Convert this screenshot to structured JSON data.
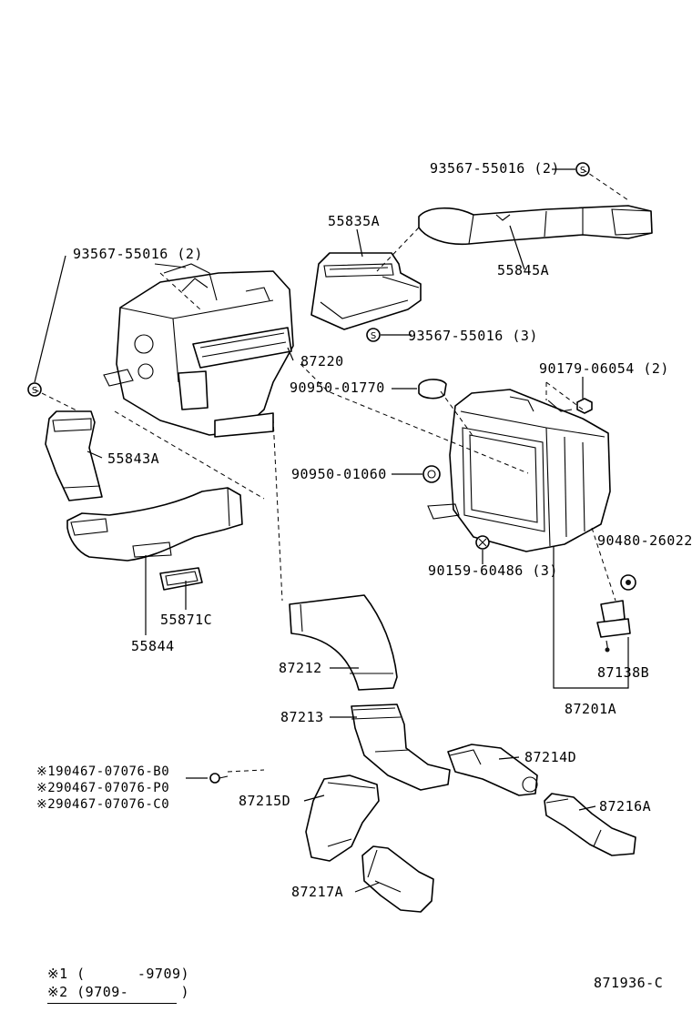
{
  "labels": {
    "p93567_55016_2_top": "93567-55016 (2)",
    "p55845A": "55845A",
    "p55835A": "55835A",
    "p93567_55016_2_left": "93567-55016 (2)",
    "p93567_55016_3": "93567-55016 (3)",
    "p87220": "87220",
    "p90950_01770": "90950-01770",
    "p90179_06054": "90179-06054 (2)",
    "p55843A": "55843A",
    "p90950_01060": "90950-01060",
    "p90480_26022": "90480-26022",
    "p90159_60486": "90159-60486 (3)",
    "p55871C": "55871C",
    "p55844": "55844",
    "p87212": "87212",
    "p87138B": "87138B",
    "p87201A": "87201A",
    "p87213": "87213",
    "p87214D": "87214D",
    "p87215D": "87215D",
    "p87216A": "87216A",
    "p87217A": "87217A",
    "clip_1": "※190467-07076-B0",
    "clip_2a": "※290467-07076-P0",
    "clip_2b": "※290467-07076-C0"
  },
  "footnotes": {
    "note1": "※1 (      -9709)",
    "note2": "※2 (9709-      )"
  },
  "diagram_code": "871936-C",
  "symbols": {
    "screw_marker": "S",
    "screw_icon": "screw-s-icon"
  }
}
